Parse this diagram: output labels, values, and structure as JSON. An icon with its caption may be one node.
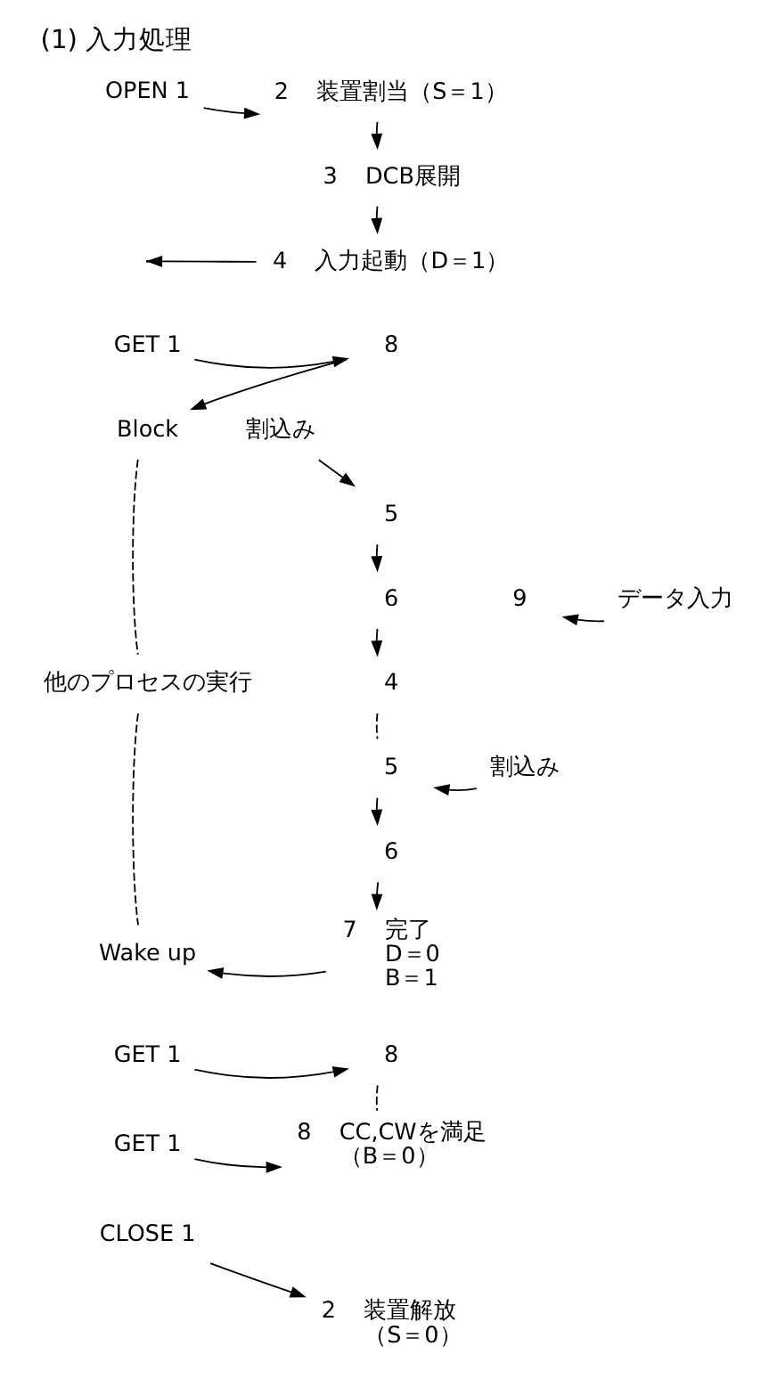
{
  "diagram": {
    "title": "(1) 入力処理",
    "nodes": [
      {
        "text": [
          "OPEN 1"
        ]
      },
      {
        "text": [
          "2"
        ],
        "beside": [
          "装置割当（S＝1）"
        ]
      },
      {
        "text": [
          "3"
        ],
        "beside": [
          "DCB展開"
        ]
      },
      {
        "text": [
          "4"
        ],
        "beside": [
          "入力起動（D＝1）"
        ]
      },
      {
        "text": [
          "GET 1"
        ]
      },
      {
        "text": [
          "8"
        ]
      },
      {
        "text": [
          "Block"
        ]
      },
      {
        "text": [
          "割込み"
        ]
      },
      {
        "text": [
          "5"
        ]
      },
      {
        "text": [
          "6"
        ]
      },
      {
        "text": [
          "9"
        ]
      },
      {
        "text": [
          "データ入力"
        ]
      },
      {
        "text": [
          "4"
        ]
      },
      {
        "text": [
          "他のプロセスの実行"
        ]
      },
      {
        "text": [
          "割込み"
        ]
      },
      {
        "text": [
          "5"
        ]
      },
      {
        "text": [
          "6"
        ]
      },
      {
        "text": [
          "Wake up"
        ]
      },
      {
        "text": [
          "7"
        ],
        "beside": [
          "完了",
          "D＝0",
          "B＝1"
        ]
      },
      {
        "text": [
          "GET 1"
        ]
      },
      {
        "text": [
          "8"
        ]
      },
      {
        "text": [
          "GET 1"
        ]
      },
      {
        "text": [
          "8"
        ],
        "beside": [
          "CC,CWを満足",
          "（B＝0）"
        ]
      },
      {
        "text": [
          "CLOSE 1"
        ]
      },
      {
        "text": [
          "2"
        ],
        "beside": [
          "装置解放",
          "（S＝0）"
        ]
      }
    ],
    "edges": [
      {
        "from": 0,
        "to": 1,
        "arrow": "to"
      },
      {
        "from": 1,
        "to": 2,
        "arrow": "to"
      },
      {
        "from": 2,
        "to": 3,
        "arrow": "to"
      },
      {
        "from": 3,
        "to": null,
        "arrow": "to"
      },
      {
        "from": 4,
        "to": 5,
        "arrow": "to"
      },
      {
        "from": 5,
        "to": 6,
        "arrow": "to"
      },
      {
        "from": 7,
        "to": 8,
        "arrow": "to"
      },
      {
        "from": 8,
        "to": 9,
        "arrow": "to"
      },
      {
        "from": 11,
        "to": 10,
        "arrow": "to"
      },
      {
        "from": 9,
        "to": 12,
        "arrow": "to"
      },
      {
        "from": 6,
        "to": 13,
        "arrow": "none",
        "style": "dashed"
      },
      {
        "from": 12,
        "to": 15,
        "arrow": "none",
        "style": "dashed"
      },
      {
        "from": 14,
        "to": 15,
        "arrow": "to"
      },
      {
        "from": 15,
        "to": 16,
        "arrow": "to"
      },
      {
        "from": 13,
        "to": 17,
        "arrow": "none",
        "style": "dashed"
      },
      {
        "from": 16,
        "to": 18,
        "arrow": "to"
      },
      {
        "from": 18,
        "to": 17,
        "arrow": "to"
      },
      {
        "from": 19,
        "to": 20,
        "arrow": "to"
      },
      {
        "from": 20,
        "to": 22,
        "arrow": "none",
        "style": "dashed"
      },
      {
        "from": 21,
        "to": 22,
        "arrow": "to"
      },
      {
        "from": 23,
        "to": 24,
        "arrow": "to"
      }
    ]
  }
}
